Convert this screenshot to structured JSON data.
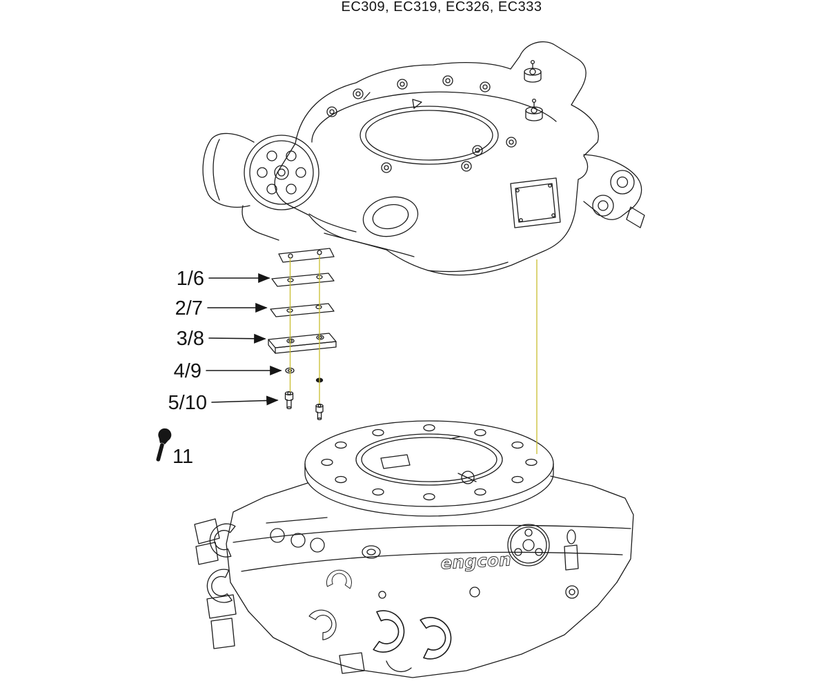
{
  "title": "EC309, EC319, EC326, EC333",
  "colors": {
    "line": "#1c1c1c",
    "guide": "#c9bd2e",
    "arrow": "#161616",
    "text": "#141414",
    "background": "#ffffff"
  },
  "callouts": [
    {
      "label": "1/6"
    },
    {
      "label": "2/7"
    },
    {
      "label": "3/8"
    },
    {
      "label": "4/9"
    },
    {
      "label": "5/10"
    },
    {
      "label": "11"
    }
  ],
  "lower_assembly": {
    "logo": "engcon"
  }
}
